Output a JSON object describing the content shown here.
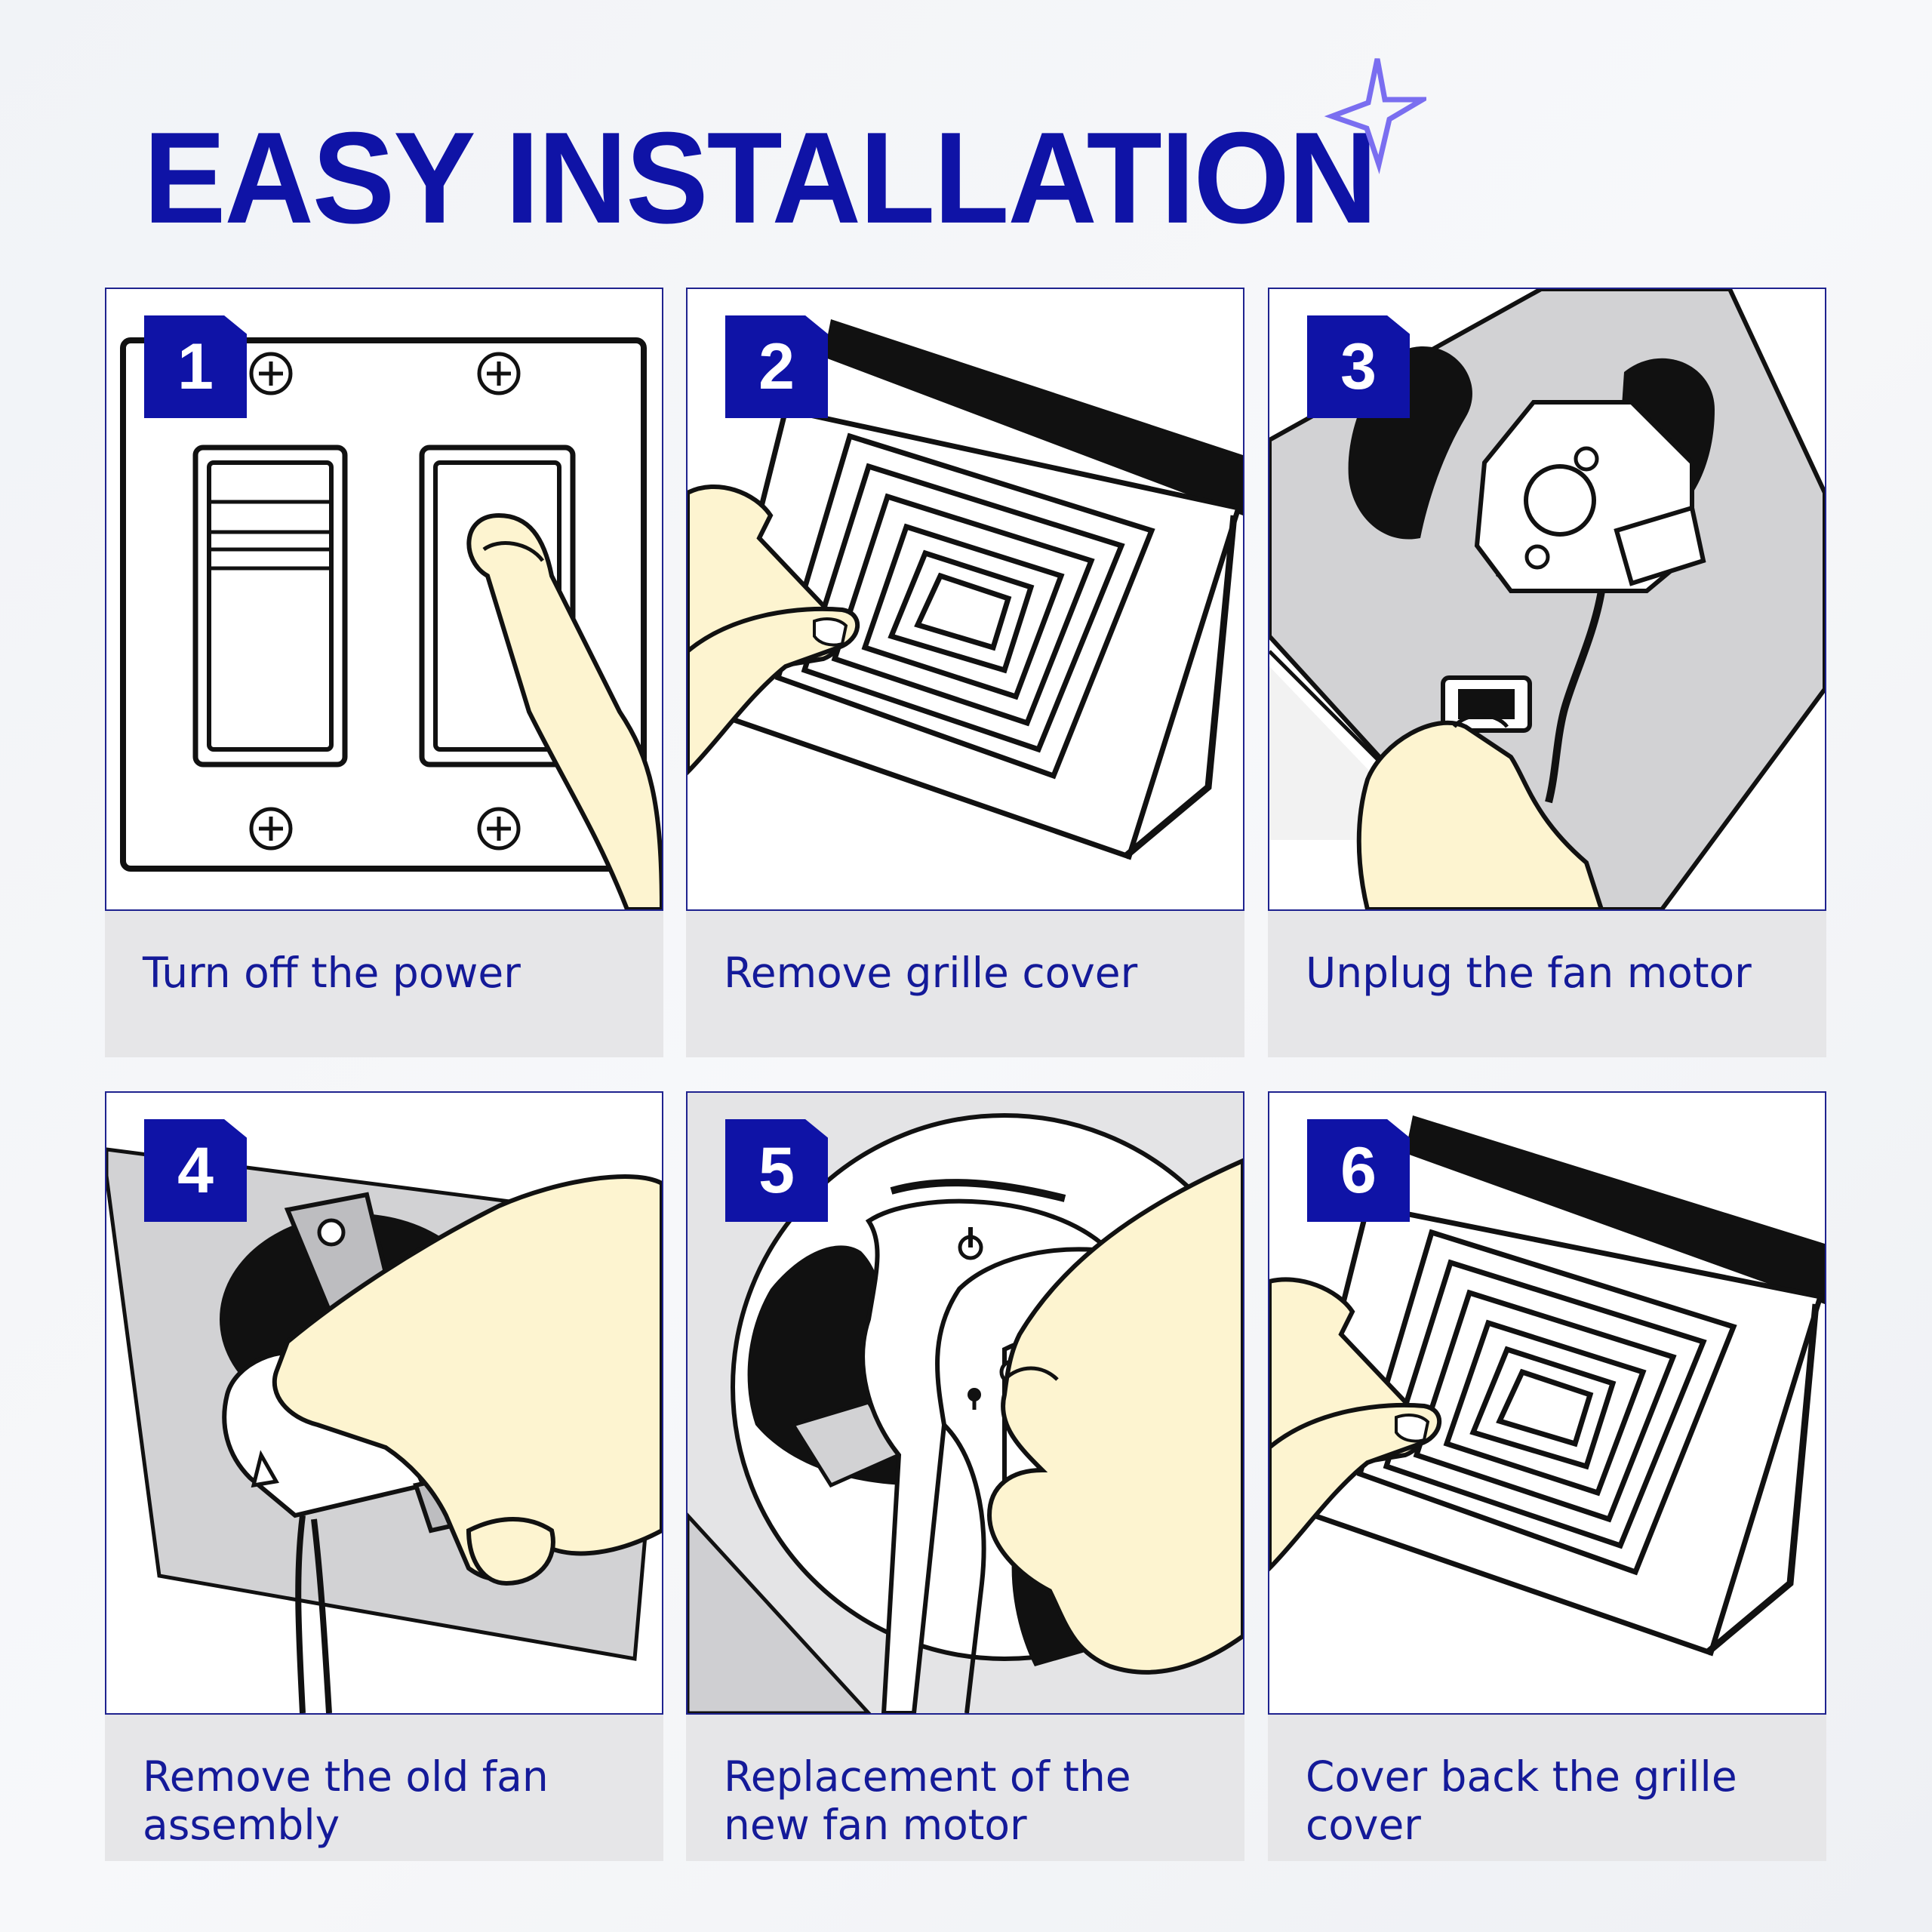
{
  "header": {
    "title": "EASY INSTALLATION",
    "accent_color": "#0f13a6",
    "sparkle_icon": "four-point-star-icon"
  },
  "steps": [
    {
      "number": "1",
      "caption": "Turn off the power",
      "illustration": "wall-switch-icon"
    },
    {
      "number": "2",
      "caption": "Remove grille cover",
      "illustration": "grille-cover-icon"
    },
    {
      "number": "3",
      "caption": "Unplug the fan motor",
      "illustration": "fan-motor-plug-icon"
    },
    {
      "number": "4",
      "caption": "Remove the old fan assembly",
      "illustration": "fan-assembly-icon"
    },
    {
      "number": "5",
      "caption": "Replacement of the new fan motor",
      "illustration": "new-fan-motor-icon"
    },
    {
      "number": "6",
      "caption": "Cover back the grille cover",
      "illustration": "grille-cover-icon"
    }
  ]
}
